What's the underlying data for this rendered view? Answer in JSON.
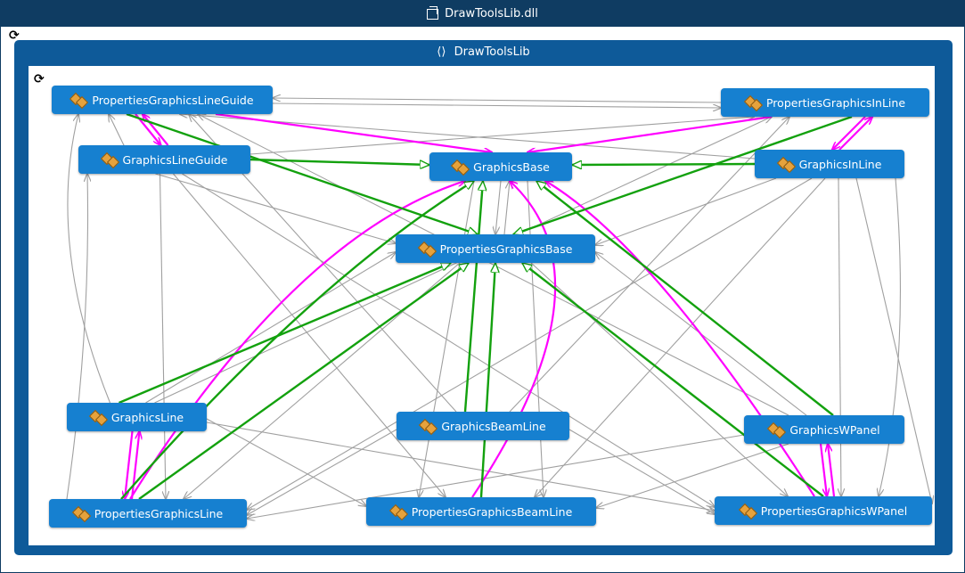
{
  "window": {
    "title": "DrawToolsLib.dll"
  },
  "namespace": {
    "title": "DrawToolsLib"
  },
  "icons": {
    "assembly": "dll-icon",
    "namespace": "namespace-icon",
    "class": "class-icon",
    "refresh": "refresh-icon"
  },
  "colors": {
    "title_bar": "#0f3c62",
    "namespace_bg": "#0e5a99",
    "node_bg": "#1680d0",
    "edge_inherit": "#13a10e",
    "edge_bidirectional": "#ff00ff",
    "edge_reference": "#a0a0a0"
  },
  "nodes": {
    "PropertiesGraphicsLineGuide": "PropertiesGraphicsLineGuide",
    "PropertiesGraphicsInLine": "PropertiesGraphicsInLine",
    "GraphicsLineGuide": "GraphicsLineGuide",
    "GraphicsBase": "GraphicsBase",
    "GraphicsInLine": "GraphicsInLine",
    "PropertiesGraphicsBase": "PropertiesGraphicsBase",
    "GraphicsLine": "GraphicsLine",
    "GraphicsBeamLine": "GraphicsBeamLine",
    "GraphicsWPanel": "GraphicsWPanel",
    "PropertiesGraphicsLine": "PropertiesGraphicsLine",
    "PropertiesGraphicsBeamLine": "PropertiesGraphicsBeamLine",
    "PropertiesGraphicsWPanel": "PropertiesGraphicsWPanel"
  }
}
